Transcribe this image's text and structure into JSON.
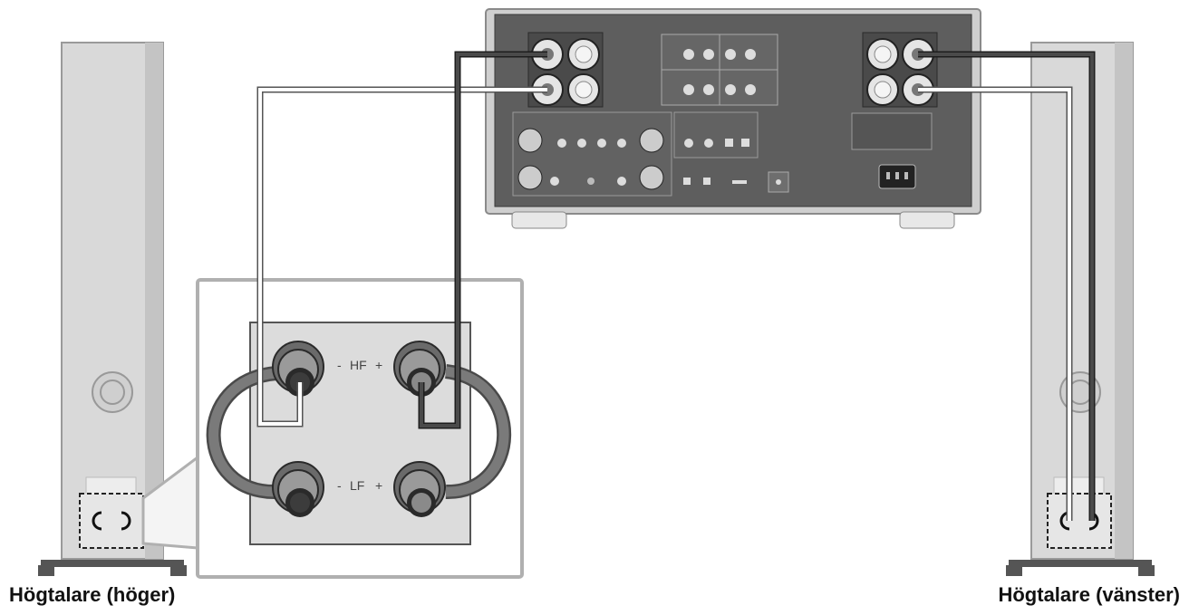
{
  "captions": {
    "speaker_right": "Högtalare (höger)",
    "speaker_left": "Högtalare (vänster)"
  },
  "terminal_labels": {
    "hf_minus": "-",
    "hf": "HF",
    "hf_plus": "+",
    "lf_minus": "-",
    "lf": "LF",
    "lf_plus": "+"
  },
  "colors": {
    "cabinet": "#d9d9d9",
    "amplifier_panel": "#5e5e5e",
    "cable_dark": "#3a3a3a",
    "cable_light": "#ffffff",
    "jumper": "#757575",
    "callout_frame": "#b0b0b0"
  }
}
